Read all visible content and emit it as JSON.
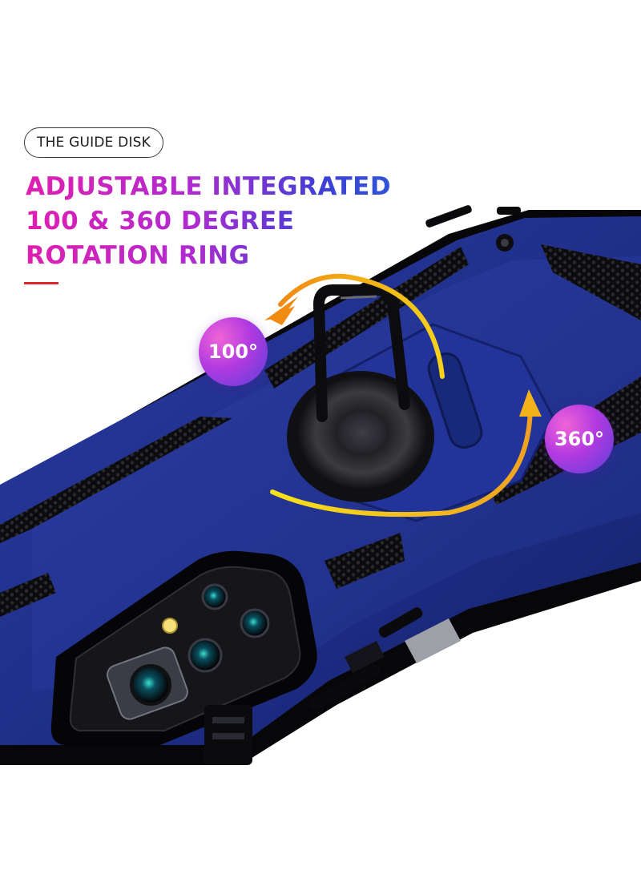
{
  "tag_label": "THE GUIDE DISK",
  "headline": {
    "line1": "ADJUSTABLE INTEGRATED",
    "line2": "100 & 360 DEGREE",
    "line3": "ROTATION RING"
  },
  "badges": {
    "small_angle": "100°",
    "full_angle": "360°"
  },
  "colors": {
    "case_blue": "#1f2f8a",
    "accent_red": "#e3262b",
    "arrow_orange": "#f0a020",
    "arrow_yellow": "#f6e21a"
  }
}
